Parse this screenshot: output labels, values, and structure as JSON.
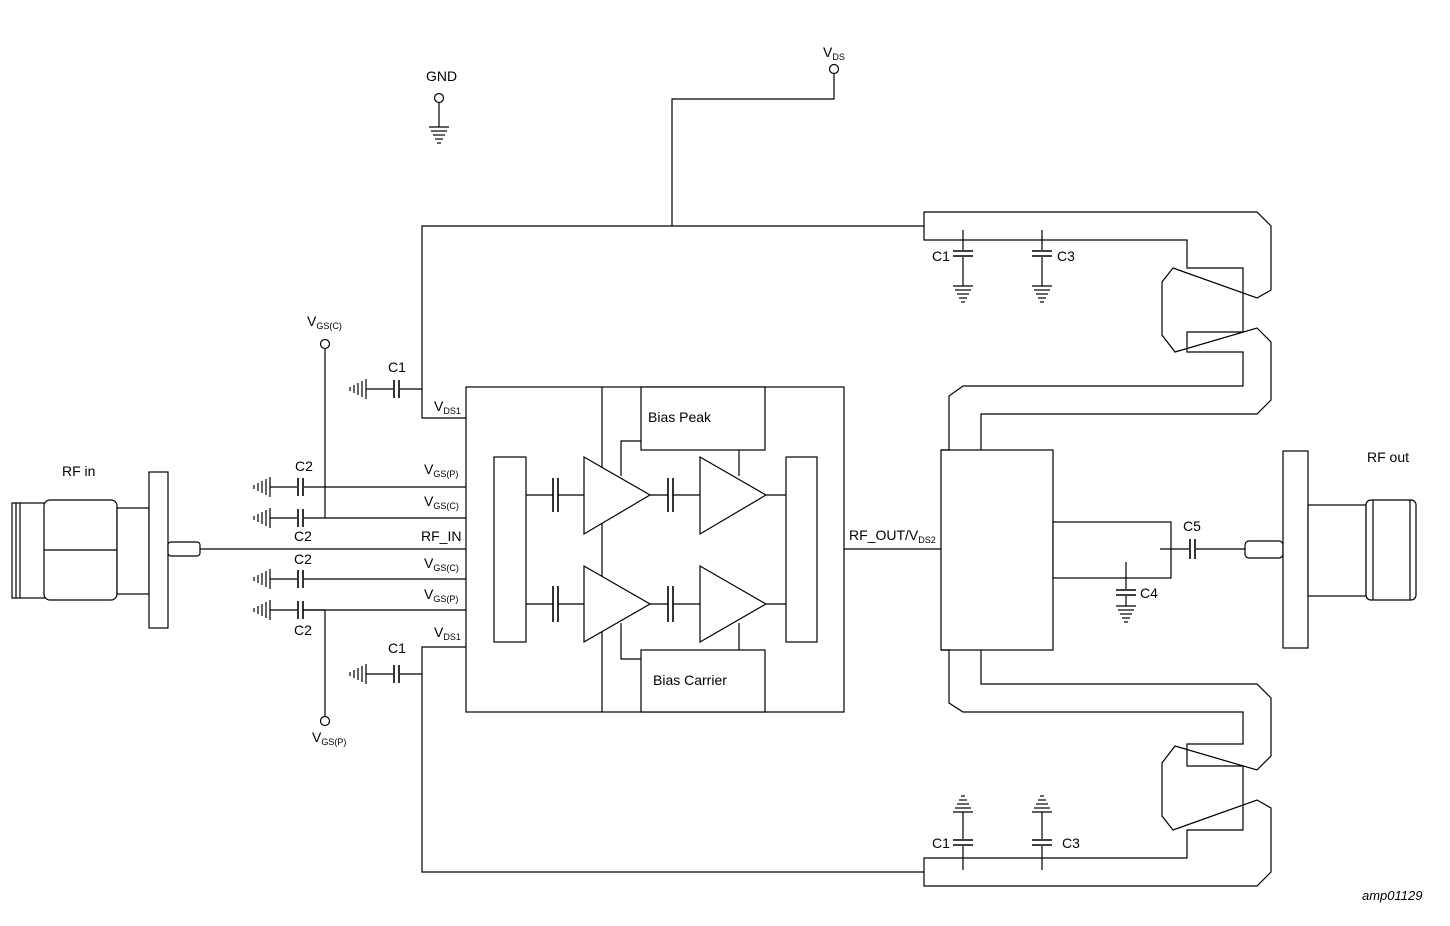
{
  "diagram": {
    "id_label": "amp01129",
    "ports": {
      "gnd": "GND",
      "vds_main": "V",
      "vds_main_sub": "DS",
      "vgs_c_top": "V",
      "vgs_c_top_sub": "GS(C)",
      "vgs_p_bottom": "V",
      "vgs_p_bottom_sub": "GS(P)",
      "rf_in": "RF in",
      "rf_out": "RF out"
    },
    "chip_pins": {
      "vds1_top": "V",
      "vds1_top_sub": "DS1",
      "vgs_p_1": "V",
      "vgs_p_1_sub": "GS(P)",
      "vgs_c_1": "V",
      "vgs_c_1_sub": "GS(C)",
      "rf_in": "RF_IN",
      "vgs_c_2": "V",
      "vgs_c_2_sub": "GS(C)",
      "vgs_p_2": "V",
      "vgs_p_2_sub": "GS(P)",
      "vds1_bottom": "V",
      "vds1_bottom_sub": "DS1",
      "rf_out": "RF_OUT/V",
      "rf_out_sub": "DS2"
    },
    "blocks": {
      "bias_peak": "Bias Peak",
      "bias_carrier": "Bias Carrier"
    },
    "capacitors": {
      "c1_top_left": "C1",
      "c1_bottom_left": "C1",
      "c2_a": "C2",
      "c2_b": "C2",
      "c2_c": "C2",
      "c2_d": "C2",
      "c1_top_right": "C1",
      "c3_top_right": "C3",
      "c1_bottom_right": "C1",
      "c3_bottom_right": "C3",
      "c4": "C4",
      "c5": "C5"
    }
  }
}
